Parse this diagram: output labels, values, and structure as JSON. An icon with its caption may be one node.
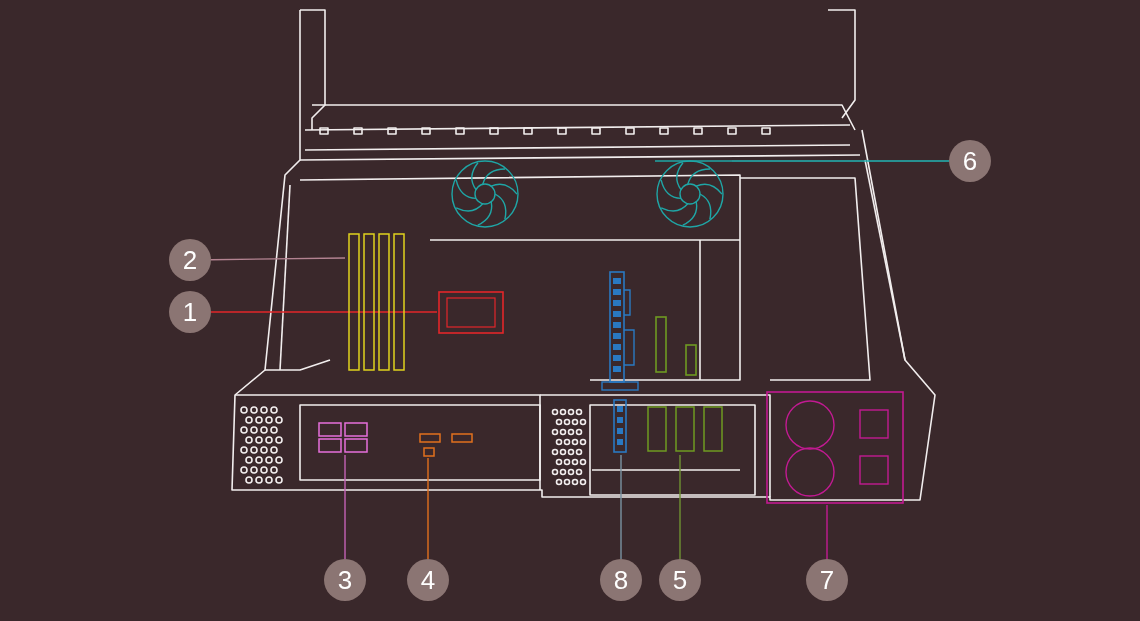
{
  "diagram": {
    "nodes": [
      {
        "text": [
          "6"
        ]
      },
      {
        "text": [
          "2"
        ]
      },
      {
        "text": [
          "1"
        ]
      },
      {
        "text": [
          "3"
        ]
      },
      {
        "text": [
          "4"
        ]
      },
      {
        "text": [
          "8"
        ]
      },
      {
        "text": [
          "5"
        ]
      },
      {
        "text": [
          "7"
        ]
      },
      {
        "text": [],
        "shape": "picture"
      },
      {
        "text": [],
        "shape": "picture"
      },
      {
        "text": [],
        "shape": "picture"
      },
      {
        "text": [],
        "shape": "picture"
      },
      {
        "text": [],
        "shape": "picture"
      },
      {
        "text": [],
        "shape": "picture"
      },
      {
        "text": [],
        "shape": "picture"
      },
      {
        "text": [],
        "shape": "picture"
      }
    ],
    "edges": [
      {
        "from": 0,
        "to": 8,
        "arrow": "none",
        "color": "#22b4b4"
      },
      {
        "from": 1,
        "to": 9,
        "arrow": "none",
        "color": "#b38391"
      },
      {
        "from": 2,
        "to": 10,
        "arrow": "none",
        "color": "#e3262a"
      },
      {
        "from": 3,
        "to": 11,
        "arrow": "none",
        "color": "#c462b6"
      },
      {
        "from": 4,
        "to": 12,
        "arrow": "none",
        "color": "#e2701e"
      },
      {
        "from": 5,
        "to": 13,
        "arrow": "none",
        "color": "#7a93a3"
      },
      {
        "from": 6,
        "to": 14,
        "arrow": "none",
        "color": "#6f9232"
      },
      {
        "from": 7,
        "to": 15,
        "arrow": "none",
        "color": "#c21a92"
      }
    ]
  }
}
